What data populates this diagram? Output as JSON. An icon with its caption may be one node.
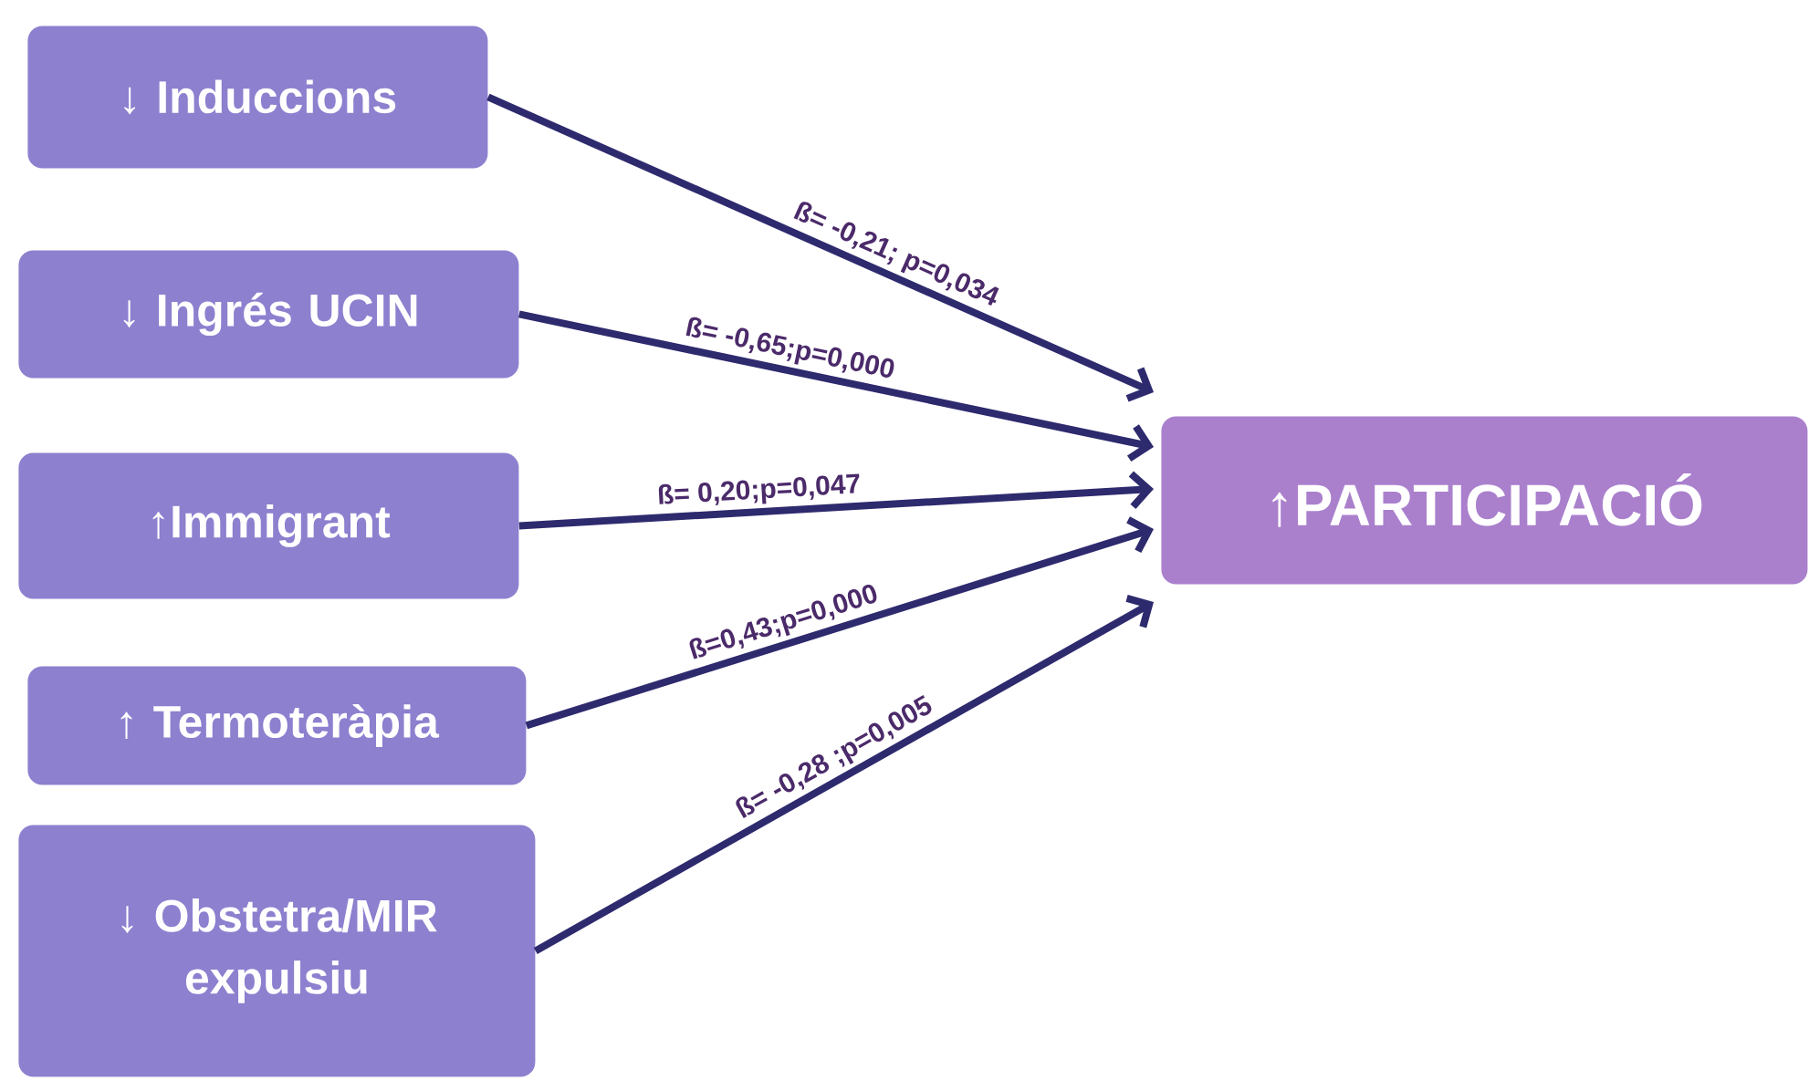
{
  "diagram": {
    "nodes": [
      {
        "text": [
          "↓ Induccions"
        ]
      },
      {
        "text": [
          "↓ Ingrés UCIN"
        ]
      },
      {
        "text": [
          "↑Immigrant"
        ]
      },
      {
        "text": [
          "↑ Termoteràpia"
        ]
      },
      {
        "text": [
          "↓ Obstetra/MIR expulsiu"
        ]
      },
      {
        "text": [
          "↑PARTICIPACIÓ"
        ]
      }
    ],
    "edges": [
      {
        "from": 0,
        "to": 5,
        "arrow": "to",
        "label": "ß= -0,21; p=0,034"
      },
      {
        "from": 1,
        "to": 5,
        "arrow": "to",
        "label": "ß= -0,65;p=0,000"
      },
      {
        "from": 2,
        "to": 5,
        "arrow": "to",
        "label": "ß= 0,20;p=0,047"
      },
      {
        "from": 3,
        "to": 5,
        "arrow": "to",
        "label": "ß=0,43;p=0,000"
      },
      {
        "from": 4,
        "to": 5,
        "arrow": "to",
        "label": "ß= -0,28 ;p=0,005"
      }
    ]
  }
}
